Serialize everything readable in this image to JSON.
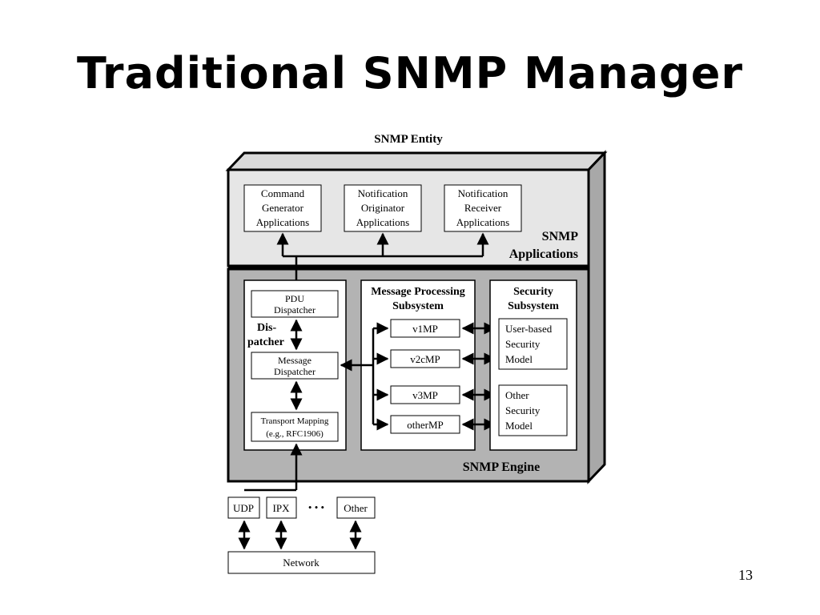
{
  "slide": {
    "title": "Traditional SNMP Manager",
    "page_number": "13"
  },
  "diagram": {
    "entity_label": "SNMP Entity",
    "applications": {
      "label_line1": "SNMP",
      "label_line2": "Applications",
      "items": [
        {
          "lines": [
            "Command",
            "Generator",
            "Applications"
          ]
        },
        {
          "lines": [
            "Notification",
            "Originator",
            "Applications"
          ]
        },
        {
          "lines": [
            "Notification",
            "Receiver",
            "Applications"
          ]
        }
      ]
    },
    "engine": {
      "label": "SNMP Engine",
      "dispatcher": {
        "label_line1": "Dis-",
        "label_line2": "patcher",
        "pdu_dispatcher": [
          "PDU",
          "Dispatcher"
        ],
        "message_dispatcher": [
          "Message",
          "Dispatcher"
        ],
        "transport_mapping": [
          "Transport Mapping",
          "(e.g., RFC1906)"
        ]
      },
      "message_processing": {
        "title_line1": "Message Processing",
        "title_line2": "Subsystem",
        "models": [
          "v1MP",
          "v2cMP",
          "v3MP",
          "otherMP"
        ]
      },
      "security": {
        "title_line1": "Security",
        "title_line2": "Subsystem",
        "models": [
          {
            "lines": [
              "User-based",
              "Security",
              "Model"
            ]
          },
          {
            "lines": [
              "Other",
              "Security",
              "Model"
            ]
          }
        ]
      }
    },
    "transports": [
      "UDP",
      "IPX",
      "Other"
    ],
    "ellipsis": "• • •",
    "network": "Network"
  }
}
